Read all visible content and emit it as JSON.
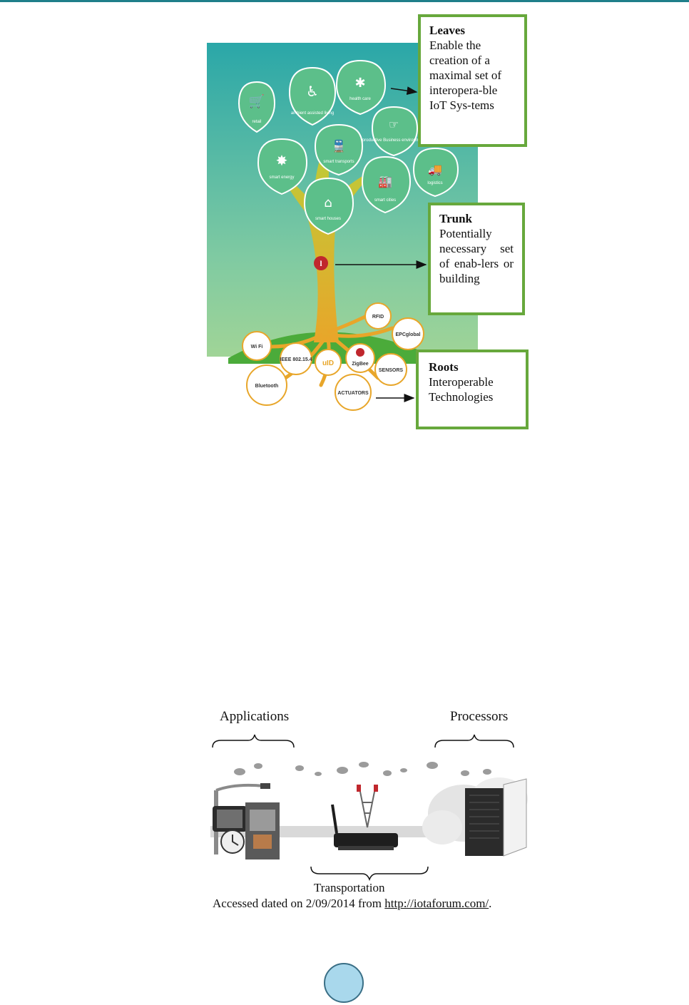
{
  "colors": {
    "accent_green": "#67a83c",
    "teal_line": "#1f7f8a",
    "page_circle": "#a9d8ec"
  },
  "figure1": {
    "leaves": {
      "title": "Leaves",
      "text": "Enable the creation of a maximal set of interopera-ble IoT Sys-tems"
    },
    "trunk": {
      "title": "Trunk",
      "text": "Potentially necessary set of enab-lers or building"
    },
    "roots": {
      "title": "Roots",
      "text": "Interoperable Technologies"
    },
    "leaf_labels": [
      "retail",
      "ambient assisted living",
      "health care",
      "productive Business environment",
      "smart energy",
      "smart transports",
      "logistics",
      "smart cities",
      "smart houses"
    ],
    "root_labels": [
      "RFID",
      "Wi Fi",
      "IEEE 802.15.4",
      "ZigBee",
      "SENSORS",
      "Bluetooth",
      "ACTUATORS",
      "EPCglobal"
    ]
  },
  "figure2": {
    "applications": "Applications",
    "processors": "Processors",
    "transportation": "Transportation",
    "caption_prefix": "Accessed dated on 2/09/2014 from ",
    "caption_link": "http://iotaforum.com/",
    "caption_suffix": "."
  }
}
